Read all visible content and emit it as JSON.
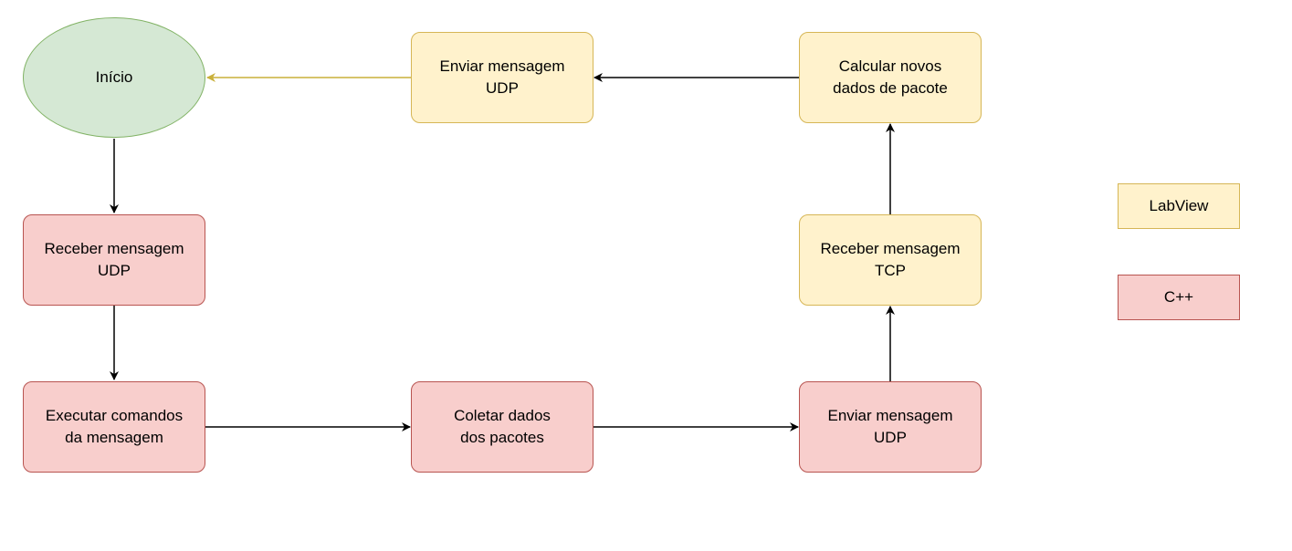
{
  "nodes": {
    "start": "Início",
    "send_udp_top": "Enviar mensagem\nUDP",
    "calc": "Calcular novos\ndados de pacote",
    "recv_udp": "Receber mensagem\nUDP",
    "recv_tcp": "Receber mensagem\nTCP",
    "exec": "Executar comandos\nda mensagem",
    "collect": "Coletar dados\ndos pacotes",
    "send_udp_bottom": "Enviar mensagem\nUDP"
  },
  "legend": {
    "labview": "LabView",
    "cpp": "C++"
  },
  "colors": {
    "green_fill": "#d5e8d4",
    "green_stroke": "#82b366",
    "yellow_fill": "#fff2cc",
    "yellow_stroke": "#d6b656",
    "red_fill": "#f8cecc",
    "red_stroke": "#b85450"
  }
}
